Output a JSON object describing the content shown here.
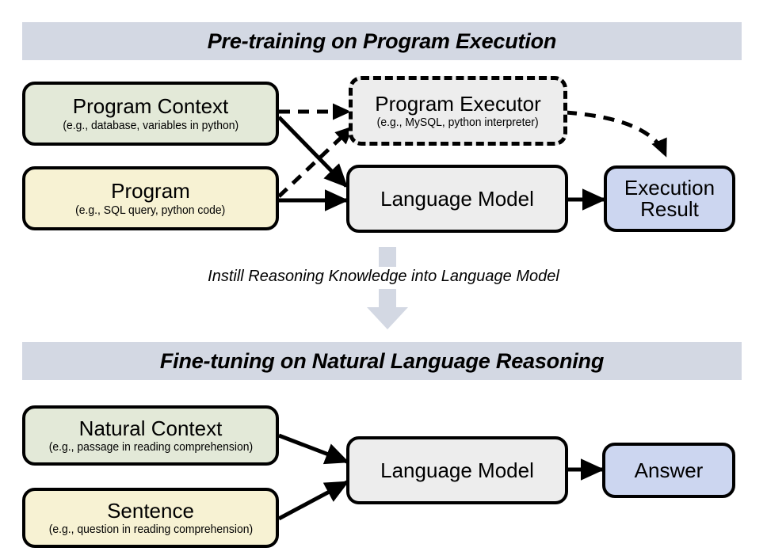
{
  "figure": {
    "title_top": "Pre-training on Program Execution",
    "title_bottom": "Fine-tuning on Natural Language Reasoning",
    "transition_caption": "Instill Reasoning Knowledge into Language Model"
  },
  "colors": {
    "banner": "#d3d8e3",
    "context_green": "#e3e9d8",
    "program_yellow": "#f7f2d3",
    "model_grey": "#ededed",
    "output_blue": "#ccd6f0",
    "arrow_black": "#000000",
    "transition_arrow_grey": "#d3d8e3"
  },
  "top_stage": {
    "nodes": [
      {
        "id": "program-context",
        "title": "Program Context",
        "subtitle": "(e.g., database, variables in python)"
      },
      {
        "id": "program-executor",
        "title": "Program Executor",
        "subtitle": "(e.g., MySQL, python interpreter)"
      },
      {
        "id": "program",
        "title": "Program",
        "subtitle": "(e.g., SQL query, python code)"
      },
      {
        "id": "language-model-top",
        "title": "Language Model",
        "subtitle": ""
      },
      {
        "id": "execution-result",
        "title": "Execution Result",
        "subtitle": ""
      }
    ]
  },
  "bottom_stage": {
    "nodes": [
      {
        "id": "natural-context",
        "title": "Natural Context",
        "subtitle": "(e.g., passage in reading comprehension)"
      },
      {
        "id": "sentence",
        "title": "Sentence",
        "subtitle": "(e.g., question in reading comprehension)"
      },
      {
        "id": "language-model-bottom",
        "title": "Language Model",
        "subtitle": ""
      },
      {
        "id": "answer",
        "title": "Answer",
        "subtitle": ""
      }
    ]
  },
  "edges": [
    {
      "id": "context-to-executor",
      "style": "dashed",
      "from": "program-context",
      "to": "program-executor"
    },
    {
      "id": "context-to-model",
      "style": "solid",
      "from": "program-context",
      "to": "language-model-top"
    },
    {
      "id": "program-to-executor",
      "style": "dashed",
      "from": "program",
      "to": "program-executor"
    },
    {
      "id": "program-to-model",
      "style": "solid",
      "from": "program",
      "to": "language-model-top"
    },
    {
      "id": "model-to-result",
      "style": "solid",
      "from": "language-model-top",
      "to": "execution-result"
    },
    {
      "id": "executor-to-result",
      "style": "dashed",
      "from": "program-executor",
      "to": "execution-result"
    },
    {
      "id": "natural-context-to-model",
      "style": "solid",
      "from": "natural-context",
      "to": "language-model-bottom"
    },
    {
      "id": "sentence-to-model",
      "style": "solid",
      "from": "sentence",
      "to": "language-model-bottom"
    },
    {
      "id": "model-to-answer",
      "style": "solid",
      "from": "language-model-bottom",
      "to": "answer"
    }
  ]
}
